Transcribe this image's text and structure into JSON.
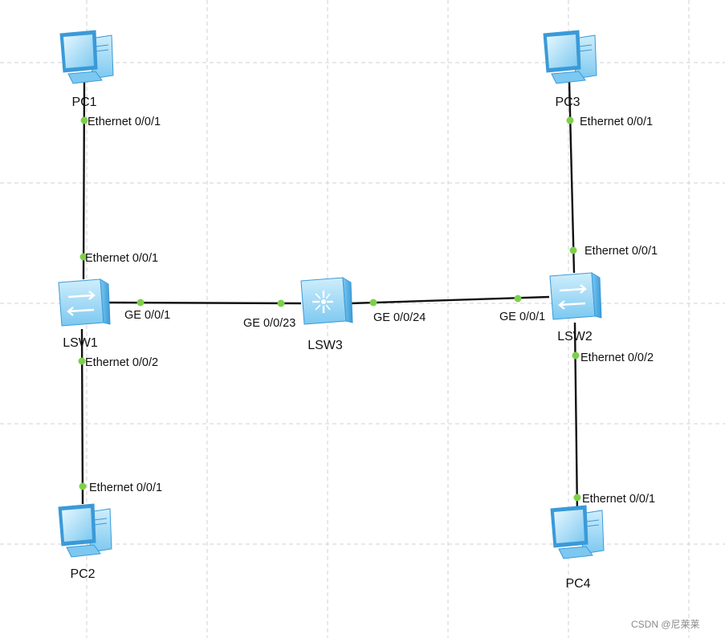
{
  "devices": [
    {
      "id": "pc1",
      "type": "pc",
      "label": "PC1"
    },
    {
      "id": "pc2",
      "type": "pc",
      "label": "PC2"
    },
    {
      "id": "pc3",
      "type": "pc",
      "label": "PC3"
    },
    {
      "id": "pc4",
      "type": "pc",
      "label": "PC4"
    },
    {
      "id": "lsw1",
      "type": "l2-switch",
      "label": "LSW1"
    },
    {
      "id": "lsw2",
      "type": "l2-switch",
      "label": "LSW2"
    },
    {
      "id": "lsw3",
      "type": "l3-switch",
      "label": "LSW3"
    }
  ],
  "links": [
    {
      "id": "pc1-lsw1",
      "a": "pc1",
      "a_port": "Ethernet 0/0/1",
      "b": "lsw1",
      "b_port": "Ethernet 0/0/1"
    },
    {
      "id": "pc2-lsw1",
      "a": "pc2",
      "a_port": "Ethernet 0/0/1",
      "b": "lsw1",
      "b_port": "Ethernet 0/0/2"
    },
    {
      "id": "lsw1-lsw3",
      "a": "lsw1",
      "a_port": "GE 0/0/1",
      "b": "lsw3",
      "b_port": "GE 0/0/23"
    },
    {
      "id": "lsw3-lsw2",
      "a": "lsw3",
      "a_port": "GE 0/0/24",
      "b": "lsw2",
      "b_port": "GE 0/0/1"
    },
    {
      "id": "pc3-lsw2",
      "a": "pc3",
      "a_port": "Ethernet 0/0/1",
      "b": "lsw2",
      "b_port": "Ethernet 0/0/1"
    },
    {
      "id": "pc4-lsw2",
      "a": "pc4",
      "a_port": "Ethernet 0/0/1",
      "b": "lsw2",
      "b_port": "Ethernet 0/0/2"
    }
  ],
  "watermark": "CSDN @尼莱莱",
  "colors": {
    "port_dot": "#7dd04a",
    "link": "#111111",
    "grid": "#d0d0d0",
    "device_light": "#cfeefc",
    "device_mid": "#7cc8f0",
    "device_dark": "#3a9ad8"
  }
}
